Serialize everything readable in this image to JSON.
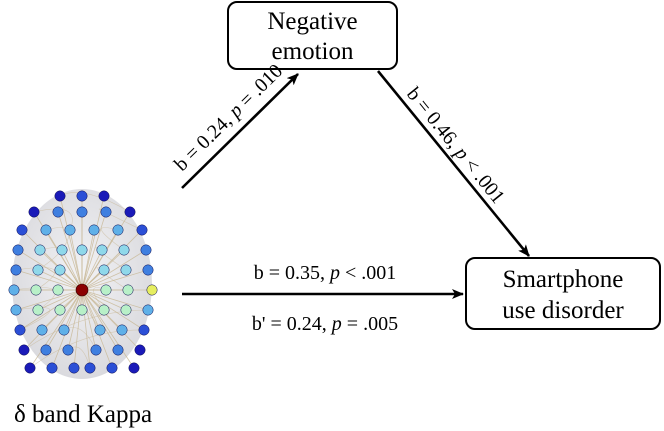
{
  "nodes": {
    "mediator": {
      "line1": "Negative",
      "line2": "emotion"
    },
    "outcome": {
      "line1": "Smartphone",
      "line2": "use disorder"
    },
    "predictor": {
      "caption": "δ band Kappa"
    }
  },
  "paths": {
    "a": {
      "prefix": "b = 0.24, ",
      "p_symbol": "p",
      "suffix": " = .010"
    },
    "b": {
      "prefix": "b = 0.46, ",
      "p_symbol": "p",
      "suffix": " < .001"
    },
    "c_total": {
      "prefix": "b = 0.35, ",
      "p_symbol": "p",
      "suffix": " < .001"
    },
    "c_direct": {
      "prefix": "b' = 0.24, ",
      "p_symbol": "p",
      "suffix": " = .005"
    }
  },
  "brain_network": {
    "center_color": "#8b0000",
    "edge_color": "#c8b896",
    "node_palette": [
      "#1a1ab8",
      "#2b4fd6",
      "#3f7fe0",
      "#5fb0e8",
      "#8fd8ea",
      "#b8f0c8",
      "#e6ee60"
    ]
  },
  "colors": {
    "stroke": "#000000",
    "background": "#ffffff"
  }
}
